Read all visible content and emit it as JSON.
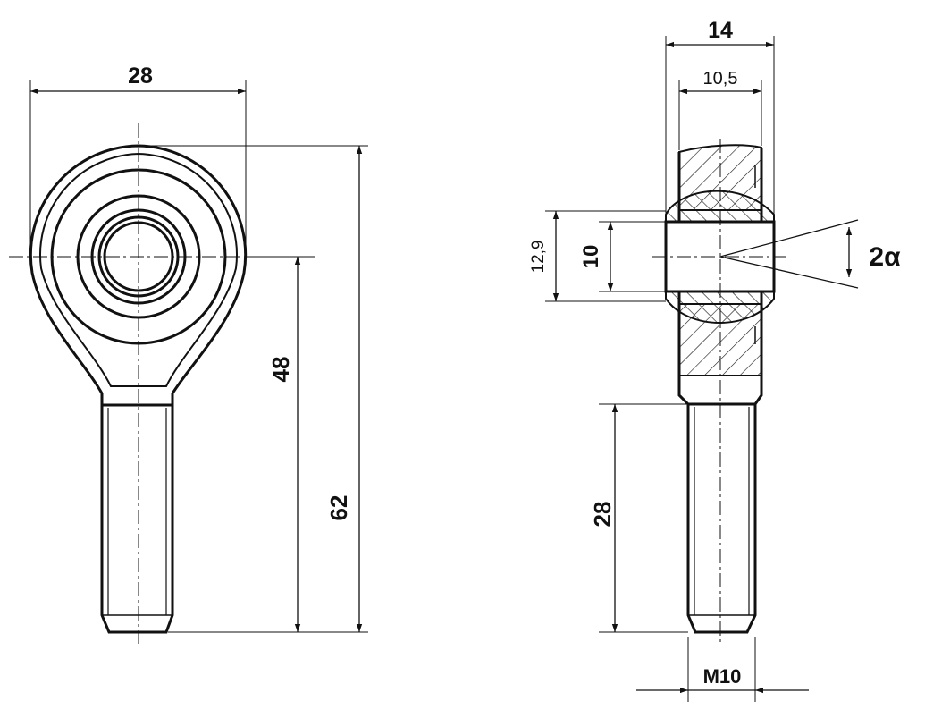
{
  "front_view": {
    "width_dim": "28",
    "center_to_end_dim": "48",
    "overall_length_dim": "62"
  },
  "side_view": {
    "body_width_dim": "14",
    "ball_width_dim": "10,5",
    "ball_diameter_dim": "12,9",
    "bore_dim": "10",
    "tilt_angle_label": "2α",
    "thread_length_dim": "28",
    "thread_label": "M10"
  }
}
